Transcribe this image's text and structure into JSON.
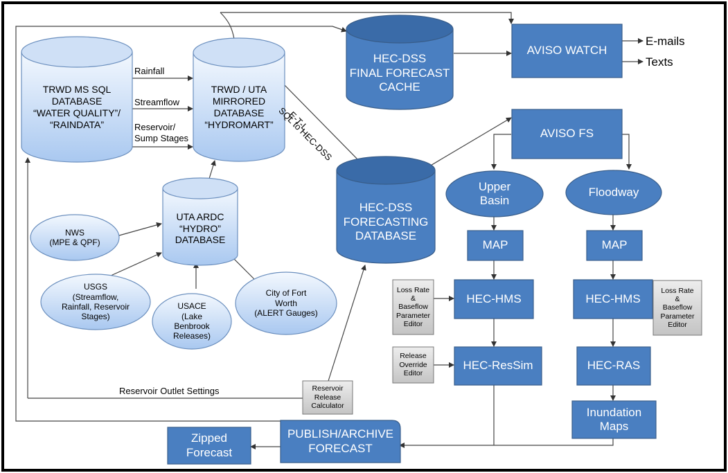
{
  "colors": {
    "box_fill": "#4a7fc1",
    "box_stroke": "#385d8a",
    "cyl_light_top": "#eaf2fc",
    "cyl_light_bottom": "#a9c8f0",
    "gray_box": "#d4d4d4",
    "border": "#000000",
    "line": "#555555"
  },
  "nodes": {
    "trwd_db": "TRWD MS SQL\nDATABASE\n“WATER QUALITY”/\n“RAINDATA”",
    "uta_mirror": "TRWD / UTA\nMIRRORED\nDATABASE\n“HYDROMART”",
    "hecdss_final": "HEC-DSS\nFINAL FORECAST\nCACHE",
    "aviso_watch": "AVISO WATCH",
    "hecdss_forecasting": "HEC-DSS\nFORECASTING\nDATABASE",
    "aviso_fs": "AVISO FS",
    "upper_basin": "Upper\nBasin",
    "floodway": "Floodway",
    "map_left": "MAP",
    "map_right": "MAP",
    "hms_left": "HEC-HMS",
    "hms_right": "HEC-HMS",
    "ressim": "HEC-ResSim",
    "ras": "HEC-RAS",
    "inundation": "Inundation\nMaps",
    "publish": "PUBLISH/ARCHIVE\nFORECAST",
    "zipped": "Zipped\nForecast",
    "uta_ardc": "UTA ARDC\n“HYDRO”\nDATABASE",
    "nws": "NWS\n(MPE & QPF)",
    "usgs": "USGS\n(Streamflow,\nRainfall, Reservoir\nStages)",
    "usace": "USACE\n(Lake\nBenbrook\nReleases)",
    "fort_worth": "City of Fort\nWorth\n(ALERT Gauges)",
    "loss_rate_left": "Loss Rate\n&\nBaseflow\nParameter\nEditor",
    "loss_rate_right": "Loss Rate\n&\nBaseflow\nParameter\nEditor",
    "release_override": "Release\nOverride\nEditor",
    "reservoir_calc": "Reservoir\nRelease\nCalculator"
  },
  "edge_labels": {
    "rainfall": "Rainfall",
    "streamflow": "Streamflow",
    "reservoir_sump": "Reservoir/\nSump Stages",
    "sql_to_hecdss": "SQL to HEC-DSS",
    "etl": "E-T-L",
    "emails": "E-mails",
    "texts": "Texts",
    "reservoir_outlet": "Reservoir Outlet Settings"
  }
}
